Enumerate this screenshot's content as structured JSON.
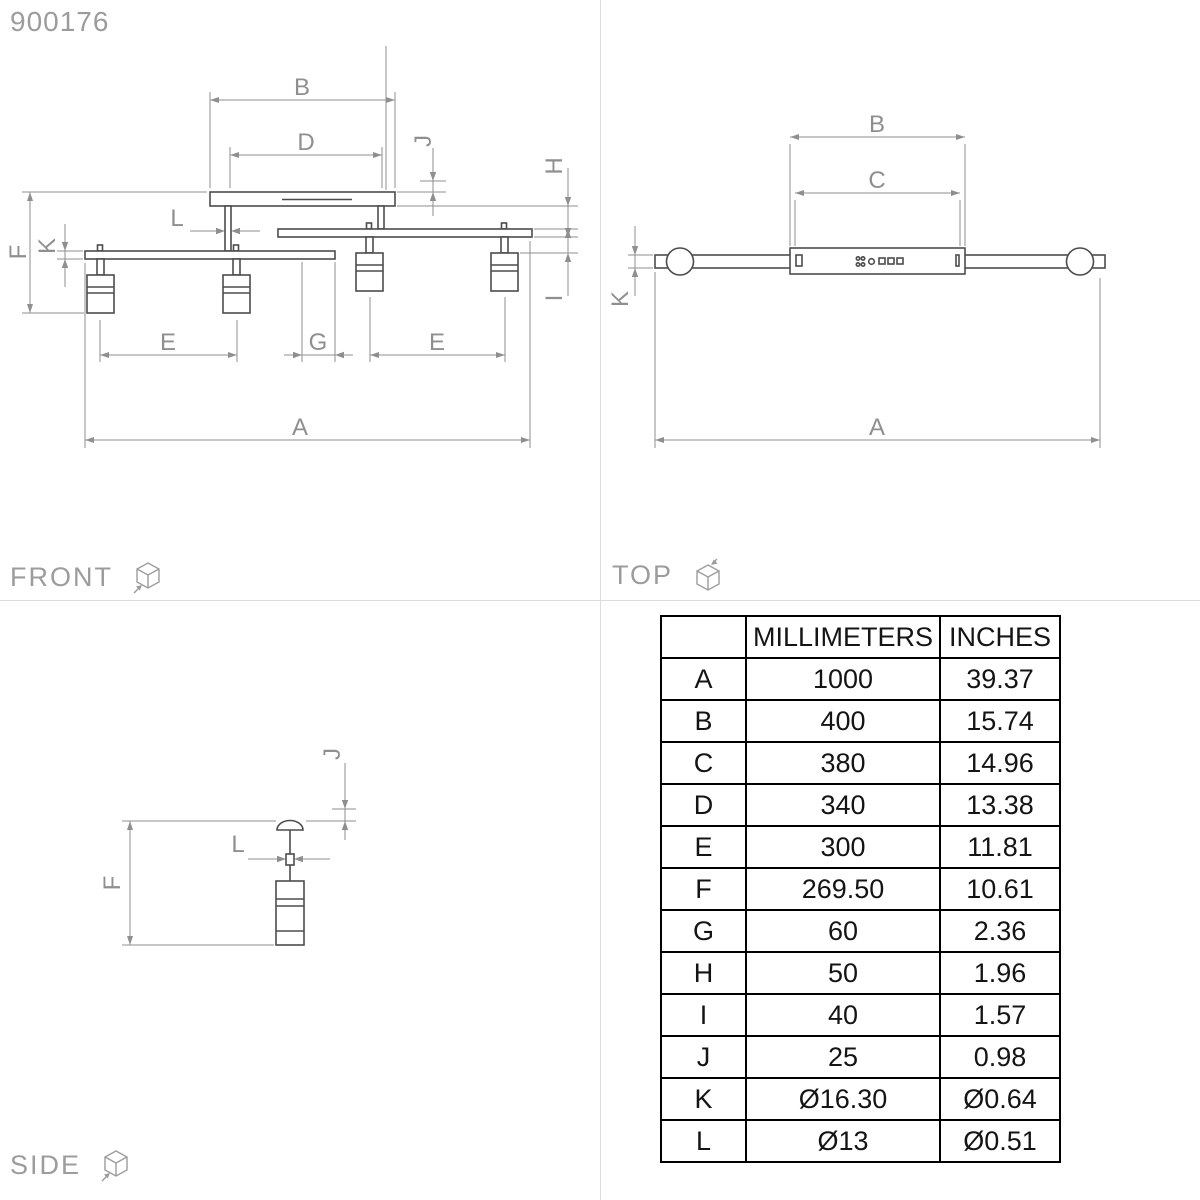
{
  "product_code": "900176",
  "colors": {
    "drawing_line": "#4c4c4c",
    "dimension_line": "#8f8f8f",
    "muted_label": "#9c9c9c",
    "table_border": "#000000"
  },
  "views": {
    "front": {
      "label": "FRONT"
    },
    "top": {
      "label": "TOP"
    },
    "side": {
      "label": "SIDE"
    }
  },
  "letters": {
    "A": "A",
    "B": "B",
    "C": "C",
    "D": "D",
    "E": "E",
    "F": "F",
    "G": "G",
    "H": "H",
    "I": "I",
    "J": "J",
    "K": "K",
    "L": "L"
  },
  "table": {
    "headers": {
      "millimeters": "MILLIMETERS",
      "inches": "INCHES"
    },
    "rows": [
      {
        "dim": "A",
        "mm": "1000",
        "inches": "39.37"
      },
      {
        "dim": "B",
        "mm": "400",
        "inches": "15.74"
      },
      {
        "dim": "C",
        "mm": "380",
        "inches": "14.96"
      },
      {
        "dim": "D",
        "mm": "340",
        "inches": "13.38"
      },
      {
        "dim": "E",
        "mm": "300",
        "inches": "11.81"
      },
      {
        "dim": "F",
        "mm": "269.50",
        "inches": "10.61"
      },
      {
        "dim": "G",
        "mm": "60",
        "inches": "2.36"
      },
      {
        "dim": "H",
        "mm": "50",
        "inches": "1.96"
      },
      {
        "dim": "I",
        "mm": "40",
        "inches": "1.57"
      },
      {
        "dim": "J",
        "mm": "25",
        "inches": "0.98"
      },
      {
        "dim": "K",
        "mm": "Ø16.30",
        "inches": "Ø0.64"
      },
      {
        "dim": "L",
        "mm": "Ø13",
        "inches": "Ø0.51"
      }
    ]
  }
}
